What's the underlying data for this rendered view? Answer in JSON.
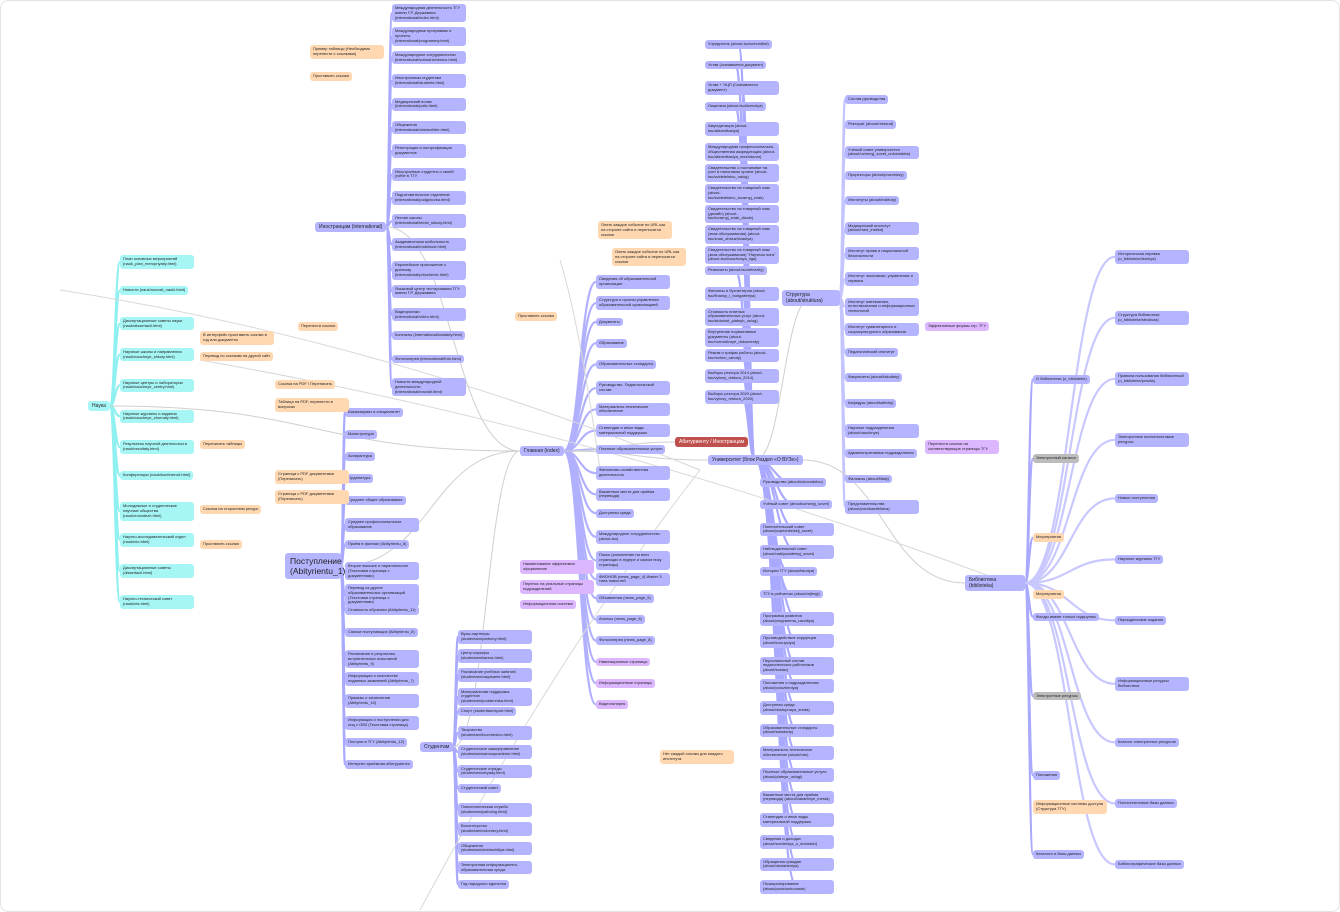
{
  "hubs": {
    "main": "Главная (index)",
    "red": "Абитуриенту / Иностранцам",
    "univ": "Университет (блок Раздел «О ВУЗе»)",
    "postup": "Поступление (Abityrientu_1)",
    "nauka": "Наука",
    "student": "Студентам",
    "biblio": "Библиотека (biblioteka)",
    "intl": "Иностранцам (international)",
    "struct": "Структура (about/struktura)"
  },
  "groups": {
    "nauka": [
      {
        "label": "План основных мероприятий (nauk_plan_meropriyatiy.html)",
        "kind": "cyan"
      },
      {
        "label": "Новости (nauk/novosti_nauki.html)",
        "kind": "cyan"
      },
      {
        "label": "Диссертационные советы науки (nauk/dissertacii.html)",
        "kind": "cyan"
      },
      {
        "label": "Научные школы и направления (nauk/nauchnye_shkoly.html)",
        "kind": "cyan"
      },
      {
        "label": "Научные центры и лаборатории (nauk/nauchnye_centry.html)",
        "kind": "cyan"
      },
      {
        "label": "Научные журналы и издания (nauk/nauchnye_zhurnaly.html)",
        "kind": "cyan"
      },
      {
        "label": "Результаты научной деятельности (nauk/rezultaty.html)",
        "kind": "cyan"
      },
      {
        "label": "Конференции (nauk/konferencii.html)",
        "kind": "cyan"
      },
      {
        "label": "Молодежные и студенческие научные общества (nauk/molodezh.html)",
        "kind": "cyan"
      },
      {
        "label": "Научно-исследовательский отдел (nauk/nio.html)",
        "kind": "cyan"
      },
      {
        "label": "Диссертационные советы (dissertacii.html)",
        "kind": "cyan"
      },
      {
        "label": "Научно-технический совет (nauk/nts.html)",
        "kind": "cyan"
      }
    ],
    "intl": [
      {
        "label": "Международная деятельность ТГУ имени Г.Р. Державина (international/index.html)",
        "kind": "blue"
      },
      {
        "label": "Международные программы и проекты (international/programmy.html)",
        "kind": "blue"
      },
      {
        "label": "Международное сотрудничество (international/sotrudnichestvo.html)",
        "kind": "blue"
      },
      {
        "label": "Иностранным студентам (international/students.html)",
        "kind": "blue"
      },
      {
        "label": "Медицинский полис (international/polis.html)",
        "kind": "blue"
      },
      {
        "label": "Общежития (international/obshezhitie.html)",
        "kind": "blue"
      },
      {
        "label": "Регистрация и нострификация документов",
        "kind": "blue"
      },
      {
        "label": "Иностранные студенты о своей учёбе в ТГУ",
        "kind": "blue"
      },
      {
        "label": "Подготовительное отделение (international/podgotovka.html)",
        "kind": "blue"
      },
      {
        "label": "Летние школы (international/letnie_shkoly.html)",
        "kind": "blue"
      },
      {
        "label": "Академическая мобильность (international/mobilnost.html)",
        "kind": "blue"
      },
      {
        "label": "Европейское приложение к диплому (international/prilozhenie.html)",
        "kind": "blue"
      },
      {
        "label": "Языковой центр тестирования ТГУ имени Г.Р. Державина",
        "kind": "blue"
      },
      {
        "label": "Видеоролики (international/video.html)",
        "kind": "blue"
      },
      {
        "label": "Контакты (international/kontakty.html)",
        "kind": "blue"
      },
      {
        "label": "Фотогалерея (international/foto.html)",
        "kind": "blue"
      },
      {
        "label": "Новости международной деятельности (international/novosti.html)",
        "kind": "blue"
      }
    ],
    "postup": [
      {
        "label": "Бакалавриат и специалитет",
        "kind": "blue"
      },
      {
        "label": "Магистратура",
        "kind": "blue"
      },
      {
        "label": "Аспирантура",
        "kind": "blue"
      },
      {
        "label": "Ординатура",
        "kind": "blue"
      },
      {
        "label": "Среднее общее образование",
        "kind": "blue"
      },
      {
        "label": "Среднее профессиональное образование",
        "kind": "blue"
      },
      {
        "label": "Приём в филиал (Abityrientu_6)",
        "kind": "blue"
      },
      {
        "label": "Второе высшее и параллельное (Текстовая страница с документами)",
        "kind": "blue"
      },
      {
        "label": "Перевод из других образовательных организаций (Текстовая страница с документами)",
        "kind": "blue"
      },
      {
        "label": "Стоимость обучения (Abityrientu_11)",
        "kind": "blue"
      },
      {
        "label": "Списки поступающих (Abityrientu_8)",
        "kind": "blue"
      },
      {
        "label": "Расписание и результаты вступительных испытаний (Abityrientu_9)",
        "kind": "blue"
      },
      {
        "label": "Информация о количестве поданных заявлений (Abityrientu_7)",
        "kind": "blue"
      },
      {
        "label": "Приказы о зачислении (Abityrientu_10)",
        "kind": "blue"
      },
      {
        "label": "Информация о поступлении для лиц с ОВЗ (Текстовая страница)",
        "kind": "blue"
      },
      {
        "label": "Поступи в ТГУ (Abityrientu_12)",
        "kind": "blue"
      },
      {
        "label": "Интернет-приёмная абитуриента",
        "kind": "blue"
      }
    ],
    "student": [
      {
        "label": "Вузы-партнеры (studentam/partnery.html)",
        "kind": "blue"
      },
      {
        "label": "Центр карьеры (studentam/karera.html)",
        "kind": "blue"
      },
      {
        "label": "Расписание учебных занятий (studentam/raspisanie.html)",
        "kind": "blue"
      },
      {
        "label": "Материальная поддержка студентов (studentam/podderzhka.html)",
        "kind": "blue"
      },
      {
        "label": "Спорт (studentam/sport.html)",
        "kind": "blue"
      },
      {
        "label": "Творчество (studentam/tvorchestvo.html)",
        "kind": "blue"
      },
      {
        "label": "Студенческое самоуправление (studentam/samoupravlenie.html)",
        "kind": "blue"
      },
      {
        "label": "Студенческие отряды (studentam/otryady.html)",
        "kind": "blue"
      },
      {
        "label": "Студенческий совет",
        "kind": "blue"
      },
      {
        "label": "Психологическая служба (studentam/psiholog.html)",
        "kind": "blue"
      },
      {
        "label": "Волонтерство (studentam/volontery.html)",
        "kind": "blue"
      },
      {
        "label": "Общежития (studentam/obshezhitiya.html)",
        "kind": "blue"
      },
      {
        "label": "Электронная информационно-образовательная среда",
        "kind": "blue"
      },
      {
        "label": "Год народного единства",
        "kind": "blue"
      }
    ],
    "univA": [
      {
        "label": "Учредитель (about-tsu/uchreditel)",
        "kind": "blue"
      },
      {
        "label": "Устав (скачивается документ)",
        "kind": "blue"
      },
      {
        "label": "Устав + ЭЦП (Скачивается документ)",
        "kind": "blue"
      },
      {
        "label": "Лицензия (about-tsu/licenziya)",
        "kind": "blue"
      },
      {
        "label": "Аккредитация (about-tsu/akkreditaciya)",
        "kind": "blue"
      },
      {
        "label": "Международная профессионально-общественная аккредитация (about-tsu/akkreditaciya_mezhdunar)",
        "kind": "blue"
      },
      {
        "label": "Свидетельство о постановке на учет в налоговом органе (about-tsu/svidetelstvo_nalog)",
        "kind": "blue"
      },
      {
        "label": "Свидетельство на товарный знак (about-tsu/svidetelstvo_tovarnyj_znak)",
        "kind": "blue"
      },
      {
        "label": "Свидетельство на товарный знак (дизайн) (about-tsu/tovarnyj_znak_dizain)",
        "kind": "blue"
      },
      {
        "label": "Свидетельство на товарный знак (знак обслуживания) (about-tsu/znak_obsluzhivaniya)",
        "kind": "blue"
      },
      {
        "label": "Свидетельство на товарный знак (знак обслуживания) \"Научная лига\" (about-tsu/nauchnaya_liga)",
        "kind": "blue"
      },
      {
        "label": "Реквизиты (about-tsu/rekvizity)",
        "kind": "blue"
      },
      {
        "label": "Финансы и бухгалтерия (about-tsu/finansy_i_buhgalteriya)",
        "kind": "blue"
      },
      {
        "label": "Стоимость платных образовательных услуг (about-tsu/stoimost_platnyh_uslug)",
        "kind": "blue"
      },
      {
        "label": "Внутренние нормативные документы (about-tsu/normativnye_dokumenty)",
        "kind": "blue"
      },
      {
        "label": "Режим и график работы (about-tsu/rezhim_raboty)",
        "kind": "blue"
      },
      {
        "label": "Выборы ректора 2014 (about-tsu/vybory_rektora_2014)",
        "kind": "blue"
      },
      {
        "label": "Выборы ректора 2020 (about-tsu/vybory_rektora_2020)",
        "kind": "blue"
      }
    ],
    "univB": [
      {
        "label": "Руководство (about/rukovodstvo)",
        "kind": "blue"
      },
      {
        "label": "Учёный совет (about/uchenyj_sovet)",
        "kind": "blue"
      },
      {
        "label": "Попечительский совет (about/popechitelskij_sovet)",
        "kind": "blue"
      },
      {
        "label": "Наблюдательный совет (about/nablyudatelnyj_sovet)",
        "kind": "blue"
      },
      {
        "label": "История ТГУ (about/istoriya)",
        "kind": "blue"
      },
      {
        "label": "ТГУ в рейтингах (about/rejtingi)",
        "kind": "blue"
      },
      {
        "label": "Программа развития (about/programma_razvitiya)",
        "kind": "blue"
      },
      {
        "label": "Противодействие коррупции (about/korrupciya)",
        "kind": "blue"
      },
      {
        "label": "Персональный состав педагогических работников (about/sostav)",
        "kind": "blue"
      },
      {
        "label": "Положения о подразделениях (about/polozheniya)",
        "kind": "blue"
      },
      {
        "label": "Доступная среда (about/dostupnaya_sreda)",
        "kind": "blue"
      },
      {
        "label": "Образовательные стандарты (about/standarty)",
        "kind": "blue"
      },
      {
        "label": "Материально-техническое обеспечение (about/mto)",
        "kind": "blue"
      },
      {
        "label": "Платные образовательные услуги (about/platnye_uslugi)",
        "kind": "blue"
      },
      {
        "label": "Вакантные места для приёма (перевода) (about/vakantnye_mesta)",
        "kind": "blue"
      },
      {
        "label": "Стипендии и иные виды материальной поддержки",
        "kind": "blue"
      },
      {
        "label": "Сведения о доходах (about/svedeniya_o_dohodah)",
        "kind": "blue"
      },
      {
        "label": "Обращения граждан (about/obrasheniya)",
        "kind": "blue"
      },
      {
        "label": "Позиционирование (about/pozicionirovanie)",
        "kind": "blue"
      }
    ],
    "struct": [
      {
        "label": "Состав руководства",
        "kind": "blue"
      },
      {
        "label": "Ректорат (about/rektorat)",
        "kind": "blue"
      },
      {
        "label": "Учёный совет университета (about/uchenyj_sovet_universiteta)",
        "kind": "blue"
      },
      {
        "label": "Проректоры (about/prorektory)",
        "kind": "blue"
      },
      {
        "label": "Институты (about/instituty)",
        "kind": "blue"
      },
      {
        "label": "Медицинский институт (about/med_institut)",
        "kind": "blue"
      },
      {
        "label": "Институт права и национальной безопасности",
        "kind": "blue"
      },
      {
        "label": "Институт экономики, управления и сервиса",
        "kind": "blue"
      },
      {
        "label": "Институт математики, естествознания и информационных технологий",
        "kind": "blue"
      },
      {
        "label": "Институт гуманитарного и социокультурного образования",
        "kind": "blue"
      },
      {
        "label": "Педагогический институт",
        "kind": "blue"
      },
      {
        "label": "Факультеты (about/fakultety)",
        "kind": "blue"
      },
      {
        "label": "Кафедры (about/kafedry)",
        "kind": "blue"
      },
      {
        "label": "Научные подразделения (about/nauchnye)",
        "kind": "blue"
      },
      {
        "label": "Административные подразделения",
        "kind": "blue"
      },
      {
        "label": "Филиалы (about/filialy)",
        "kind": "blue"
      },
      {
        "label": "Представительства (about/predstavitelstva)",
        "kind": "blue"
      }
    ],
    "biblio": [
      {
        "label": "О библиотеке (o_biblioteke)",
        "kind": "blue"
      },
      {
        "label": "Электронный каталог",
        "kind": "gray"
      },
      {
        "label": "Мероприятия",
        "kind": "orange"
      },
      {
        "label": "Фонды имеют только подгруппы",
        "kind": "blue"
      },
      {
        "label": "Электронные ресурсы",
        "kind": "gray"
      },
      {
        "label": "Положения",
        "kind": "blue"
      },
      {
        "label": "Каталоги и базы данных",
        "kind": "blue"
      }
    ],
    "fondy": [
      {
        "label": "Историческая справка (o_biblioteke/istoriya)",
        "kind": "blue"
      },
      {
        "label": "Структура библиотеки (o_biblioteke/struktura)",
        "kind": "blue"
      },
      {
        "label": "Правила пользования библиотекой (o_biblioteke/pravila)",
        "kind": "blue"
      },
      {
        "label": "Электронные полнотекстовые ресурсы",
        "kind": "blue"
      },
      {
        "label": "Новые поступления",
        "kind": "blue"
      },
      {
        "label": "Научные журналы ТГУ",
        "kind": "blue"
      },
      {
        "label": "Периодические издания",
        "kind": "blue"
      },
      {
        "label": "Информационные ресурсы библиотеки",
        "kind": "blue"
      },
      {
        "label": "Каталог электронных ресурсов",
        "kind": "blue"
      },
      {
        "label": "Полнотекстовые базы данных",
        "kind": "blue"
      },
      {
        "label": "Библиографические базы данных",
        "kind": "blue"
      }
    ],
    "mainkids": [
      {
        "label": "Сведения об образовательной организации",
        "kind": "blue"
      },
      {
        "label": "Структура и органы управления образовательной организацией",
        "kind": "blue"
      },
      {
        "label": "Документы",
        "kind": "blue"
      },
      {
        "label": "Образование",
        "kind": "blue"
      },
      {
        "label": "Образовательные стандарты",
        "kind": "blue"
      },
      {
        "label": "Руководство. Педагогический состав",
        "kind": "blue"
      },
      {
        "label": "Материально-техническое обеспечение",
        "kind": "blue"
      },
      {
        "label": "Стипендии и иные виды материальной поддержки",
        "kind": "blue"
      },
      {
        "label": "Платные образовательные услуги",
        "kind": "blue"
      },
      {
        "label": "Финансово-хозяйственная деятельность",
        "kind": "blue"
      },
      {
        "label": "Вакантные места для приёма (перевода)",
        "kind": "blue"
      },
      {
        "label": "Доступная среда",
        "kind": "blue"
      },
      {
        "label": "Международное сотрудничество (about-tsu)",
        "kind": "blue"
      },
      {
        "label": "Поиск (заполнение на всех страницах в хедере и самом низу страницы)",
        "kind": "blue"
      },
      {
        "label": "ФИОНОВ (news_page_4) Имеет 3 типа новостей",
        "kind": "blue"
      },
      {
        "label": "Объявления (news_page_5)",
        "kind": "blue"
      },
      {
        "label": "Анонсы (news_page_6)",
        "kind": "blue"
      },
      {
        "label": "Фотогалерея (news_page_8)",
        "kind": "blue"
      },
      {
        "label": "Навигационные страницы",
        "kind": "purple"
      },
      {
        "label": "Информационные страницы",
        "kind": "purple"
      },
      {
        "label": "Видеогалерея",
        "kind": "purple"
      }
    ]
  },
  "notes": [
    "Пример таблицы (Необходимо перенести с ссылками)",
    "Проставить ссылки",
    "Перенести ссылки",
    "Проставить ссылки",
    "Ссылка на PDF / Переписать",
    "Таблица на PDF, перенести в вопросах",
    "Перевод по ссылкам на другой сайт",
    "В интерфейс проставить ссылки в год или документы",
    "Переписать таблицы",
    "Страница с PDF документами (Переписать)",
    "Страница с PDF документами (Переписать)",
    "Ссылка на стороннюю ресурс",
    "Проставить ссылки",
    "Опять каждое событие по URL как на стороне сайта и переносятся ссылки",
    "Опять каждое событие по URL как на стороне сайта и переносятся ссылки",
    "Информационные системы доступа (Структура ТГУ)",
    "Мероприятия",
    "Нет каждой ссылки для каждого института"
  ],
  "purples": [
    "Наименование эффективно оформление",
    "Перенос на реальные страницы подразделений",
    "Информационная система",
    "Эффективные формы стр. ТГУ",
    "Перенести ссылки на соответствующие страницы ТГУ"
  ]
}
